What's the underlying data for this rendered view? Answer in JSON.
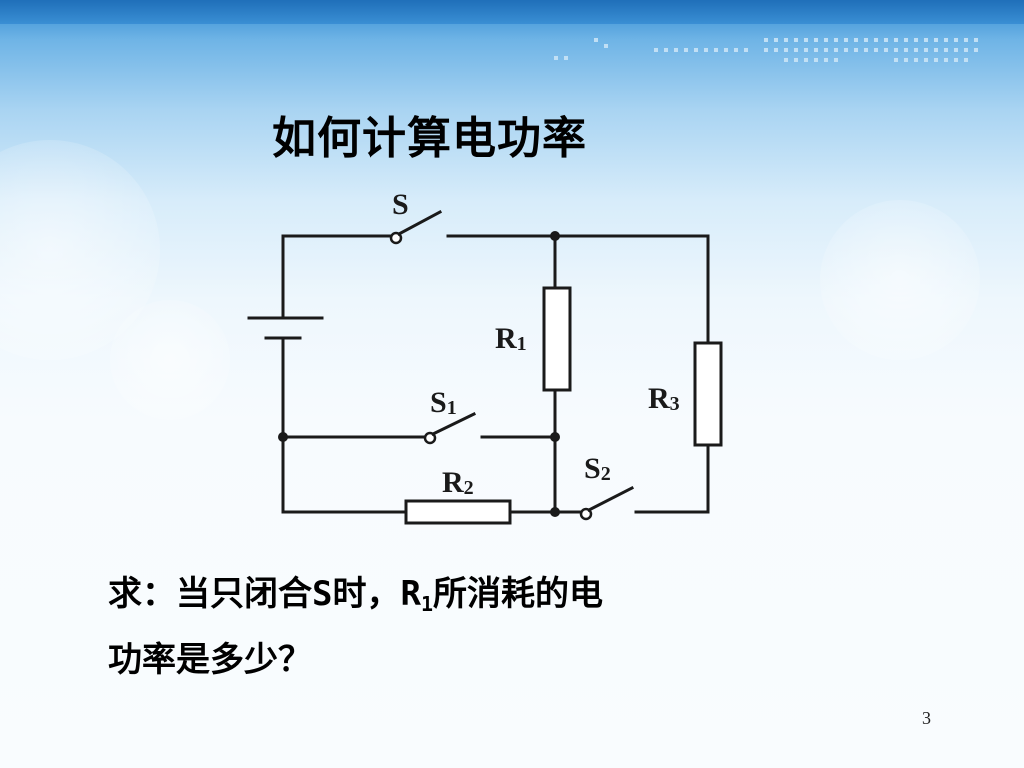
{
  "slide": {
    "title": "如何计算电功率",
    "question_line1_prefix": "求：当只闭合S时，R",
    "question_line1_sub": "1",
    "question_line1_suffix": "所消耗的电",
    "question_line2": "功率是多少？",
    "page_number": "3"
  },
  "diagram": {
    "labels": {
      "switch_main": "S",
      "r1": "R",
      "r1_sub": "1",
      "r2": "R",
      "r2_sub": "2",
      "r3": "R",
      "r3_sub": "3",
      "s1": "S",
      "s1_sub": "1",
      "s2": "S",
      "s2_sub": "2"
    },
    "colors": {
      "wire": "#1a1a1a",
      "resistor_fill": "#ffffff"
    }
  }
}
